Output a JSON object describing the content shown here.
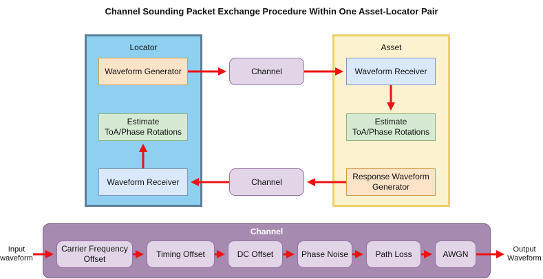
{
  "title": "Channel Sounding Packet Exchange Procedure Within One Asset-Locator Pair",
  "locator": {
    "label": "Locator",
    "waveform_generator": "Waveform Generator",
    "estimate_line1": "Estimate",
    "estimate_line2": "ToA/Phase Rotations",
    "waveform_receiver": "Waveform Receiver"
  },
  "asset": {
    "label": "Asset",
    "waveform_receiver": "Waveform Receiver",
    "estimate_line1": "Estimate",
    "estimate_line2": "ToA/Phase Rotations",
    "response_line1": "Response Waveform",
    "response_line2": "Generator"
  },
  "channel_top": "Channel",
  "channel_bottom": "Channel",
  "channel_model": {
    "title": "Channel",
    "blocks": [
      {
        "line1": "Carrier Frequency",
        "line2": "Offset"
      },
      {
        "line1": "Timing Offset",
        "line2": ""
      },
      {
        "line1": "DC Offset",
        "line2": ""
      },
      {
        "line1": "Phase Noise",
        "line2": ""
      },
      {
        "line1": "Path Loss",
        "line2": ""
      },
      {
        "line1": "AWGN",
        "line2": ""
      }
    ],
    "input_line1": "Input",
    "input_line2": "waveform",
    "output_line1": "Output",
    "output_line2": "Waveform"
  },
  "colors": {
    "arrow": "#ee1111",
    "locator_fill": "#8fd0f0",
    "asset_fill": "#fdf2cf",
    "channel_fill": "#e1d5e7",
    "channel_model_fill": "#a68ab0"
  }
}
